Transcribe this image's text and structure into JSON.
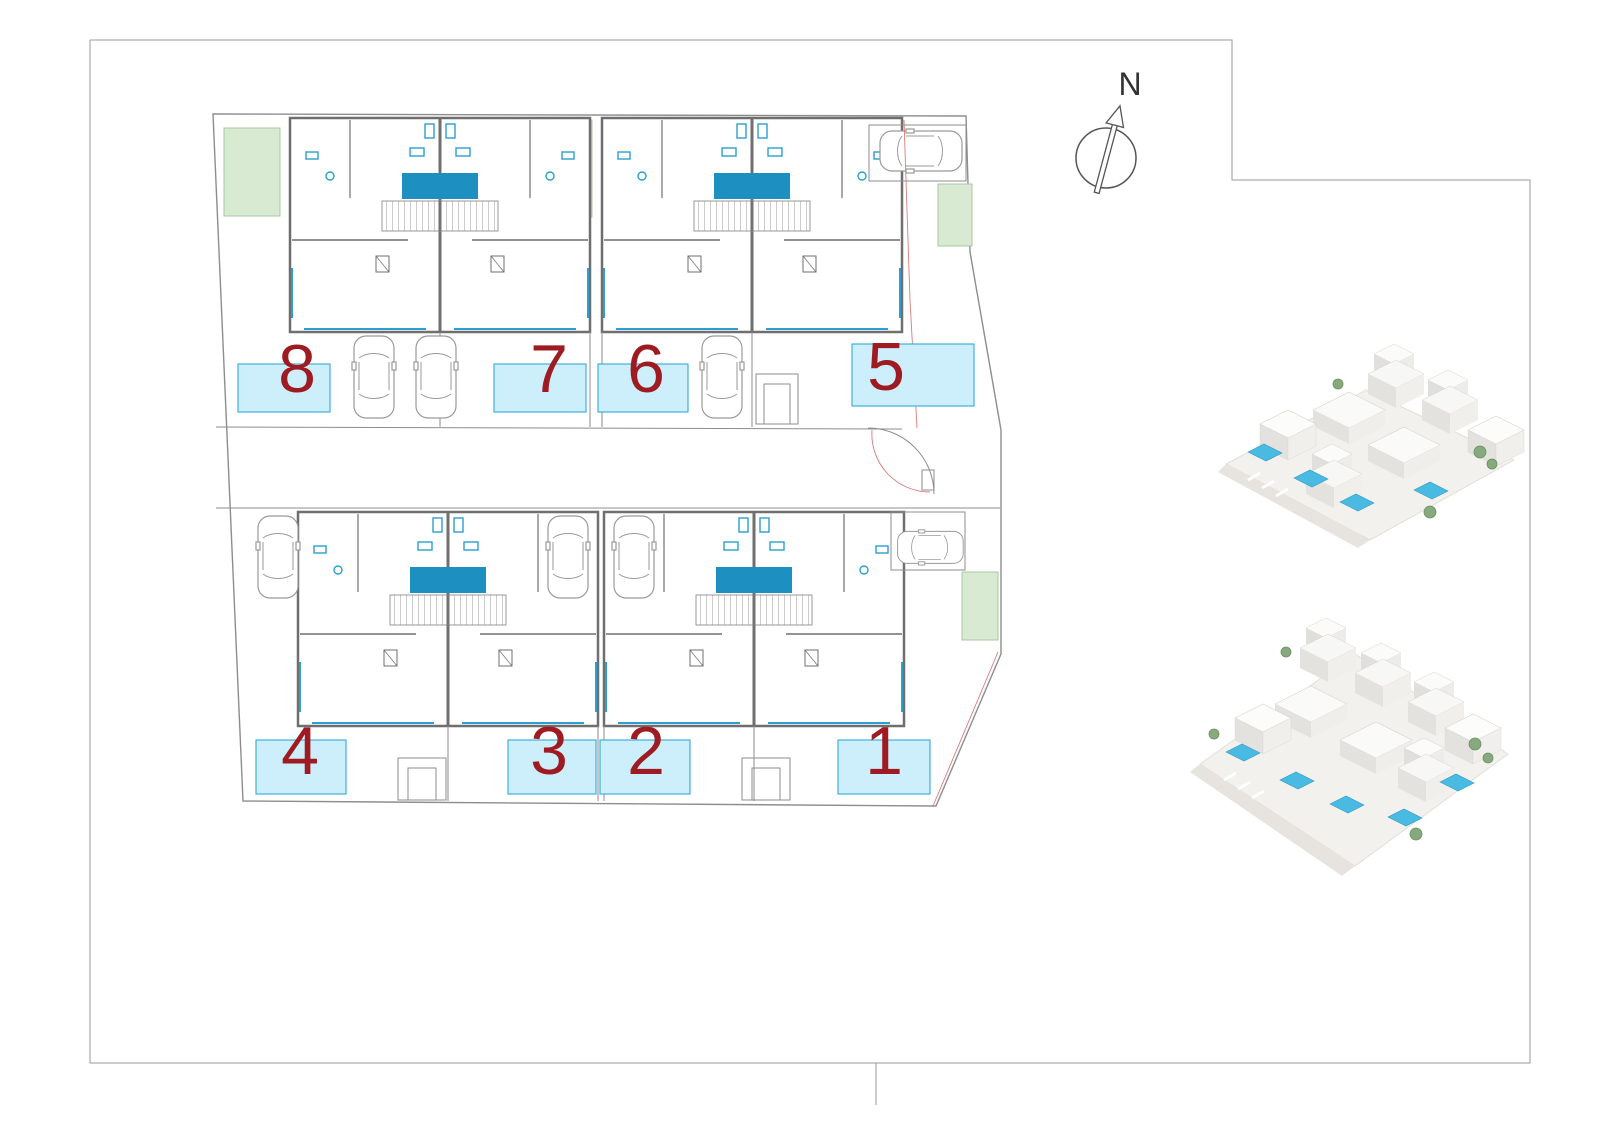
{
  "north": {
    "label": "N"
  },
  "plots": {
    "p1": {
      "number": "1"
    },
    "p2": {
      "number": "2"
    },
    "p3": {
      "number": "3"
    },
    "p4": {
      "number": "4"
    },
    "p5": {
      "number": "5"
    },
    "p6": {
      "number": "6"
    },
    "p7": {
      "number": "7"
    },
    "p8": {
      "number": "8"
    }
  },
  "colors": {
    "plot_number": "#9e1b22",
    "pool_fill": "#cdeefb",
    "pool_stroke": "#3fb0da",
    "dark_blue": "#1d8fc1",
    "window_blue": "#2a9fd0",
    "wall": "#6f6f6f",
    "green_fill": "#d9ead3",
    "green_stroke": "#a8c8a0",
    "boundary": "#9a9a9a",
    "red_line": "#d97b7b"
  }
}
